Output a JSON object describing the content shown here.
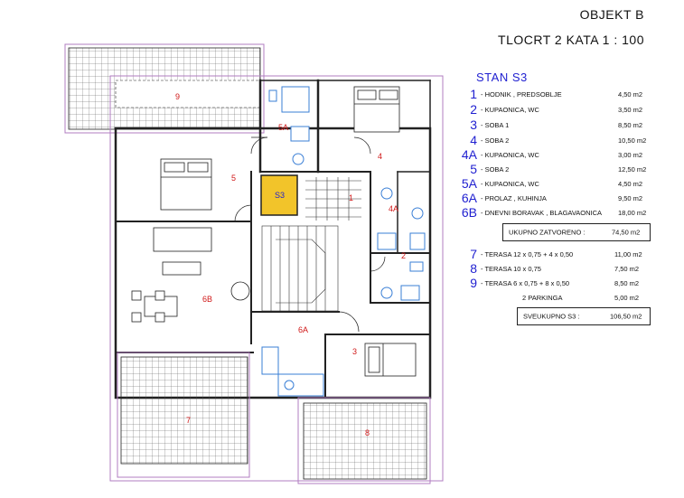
{
  "header": {
    "title": "OBJEKT B",
    "subtitle": "TLOCRT 2 KATA 1 : 100"
  },
  "legend": {
    "apartment": "STAN S3",
    "rooms": [
      {
        "id": "1",
        "name": "- HODNIK ,  PREDSOBLJE",
        "area": "4,50 m2"
      },
      {
        "id": "2",
        "name": "- KUPAONICA, WC",
        "area": "3,50 m2"
      },
      {
        "id": "3",
        "name": "- SOBA 1",
        "area": "8,50 m2"
      },
      {
        "id": "4",
        "name": "- SOBA 2",
        "area": "10,50 m2"
      },
      {
        "id": "4A",
        "name": "- KUPAONICA, WC",
        "area": "3,00 m2"
      },
      {
        "id": "5",
        "name": "- SOBA 2",
        "area": "12,50 m2"
      },
      {
        "id": "5A",
        "name": "- KUPAONICA, WC",
        "area": "4,50 m2"
      },
      {
        "id": "6A",
        "name": "- PROLAZ , KUHINJA",
        "area": "9,50 m2"
      },
      {
        "id": "6B",
        "name": "- DNEVNI BORAVAK , BLAGAVAONICA",
        "area": "18,00 m2"
      }
    ],
    "closed_label": "UKUPNO ZATVORENO :",
    "closed_area": "74,50 m2",
    "terraces": [
      {
        "id": "7",
        "name": "- TERASA  12 x 0,75  + 4 x 0,50",
        "area": "11,00 m2"
      },
      {
        "id": "8",
        "name": "- TERASA  10 x 0,75",
        "area": "7,50 m2"
      },
      {
        "id": "9",
        "name": "- TERASA  6 x 0,75  + 8 x 0,50",
        "area": "8,50 m2"
      }
    ],
    "parking_label": "2 PARKINGA",
    "parking_area": "5,00 m2",
    "total_label": "SVEUKUPNO S3 :",
    "total_area": "106,50 m2"
  },
  "plan_labels": {
    "r9": "9",
    "r5a": "5A",
    "r4": "4",
    "r5": "5",
    "r1": "1",
    "r4a": "4A",
    "s3": "S3",
    "r2": "2",
    "r6b": "6B",
    "r6a": "6A",
    "r3": "3",
    "r7": "7",
    "r8": "8"
  },
  "colors": {
    "highlight": "#f2c42a",
    "fixtures": "#3a7fd6",
    "room_label": "#d01818",
    "legend_number": "#1f1fd0",
    "terrace_outline": "#b07cc0"
  }
}
